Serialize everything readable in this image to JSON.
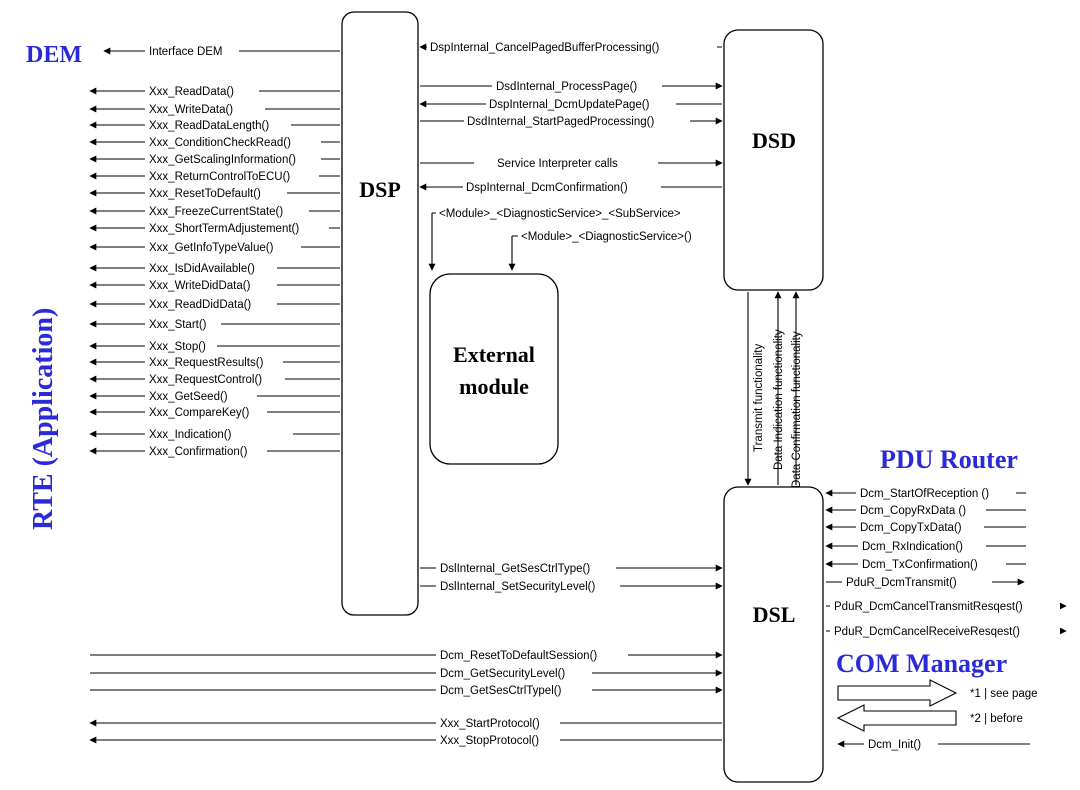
{
  "headings": {
    "dem": "DEM",
    "rte": "RTE (Application)",
    "pdu_router": "PDU Router",
    "com_manager": "COM Manager"
  },
  "modules": {
    "dsp": "DSP",
    "dsd": "DSD",
    "dsl": "DSL",
    "external_line1": "External",
    "external_line2": "module"
  },
  "dem_link": "Interface DEM",
  "rte_functions": [
    "Xxx_ReadData()",
    "Xxx_WriteData()",
    "Xxx_ReadDataLength()",
    "Xxx_ConditionCheckRead()",
    "Xxx_GetScalingInformation()",
    "Xxx_ReturnControlToECU()",
    "Xxx_ResetToDefault()",
    "Xxx_FreezeCurrentState()",
    "Xxx_ShortTermAdjustement()",
    "Xxx_GetInfoTypeValue()",
    "Xxx_IsDidAvailable()",
    "Xxx_WriteDidData()",
    "Xxx_ReadDidData()",
    "Xxx_Start()",
    "Xxx_Stop()",
    "Xxx_RequestResults()",
    "Xxx_RequestControl()",
    "Xxx_GetSeed()",
    "Xxx_CompareKey()",
    "Xxx_Indication()",
    "Xxx_Confirmation()"
  ],
  "dsp_dsd_calls": [
    "DspInternal_CancelPagedBufferProcessing()",
    "DsdInternal_ProcessPage()",
    "DspInternal_DcmUpdatePage()",
    "DsdInternal_StartPagedProcessing()",
    "Service Interpreter calls",
    "DspInternal_DcmConfirmation()",
    "<Module>_<DiagnosticService>_<SubService>",
    "<Module>_<DiagnosticService>()"
  ],
  "dsd_dsl_links": [
    "Transmit functionality",
    "Data Indication functionality",
    "Data Confirmation functionality"
  ],
  "dsp_dsl_calls": [
    "DslInternal_GetSesCtrlType()",
    "DslInternal_SetSecurityLevel()"
  ],
  "pdu_calls": [
    "Dcm_StartOfReception ()",
    "Dcm_CopyRxData ()",
    "Dcm_CopyTxData()",
    "Dcm_RxIndication()",
    "Dcm_TxConfirmation()",
    "PduR_DcmTransmit()",
    "PduR_DcmCancelTransmitResqest()",
    "PduR_DcmCancelReceiveResqest()"
  ],
  "legend": [
    "*1 | see page",
    "*2 | before"
  ],
  "com_call": "Dcm_Init()",
  "rte_dsl_calls": [
    "Dcm_ResetToDefaultSession()",
    "Dcm_GetSecurityLevel()",
    "Dcm_GetSesCtrlTypel()",
    "Xxx_StartProtocol()",
    "Xxx_StopProtocol()"
  ]
}
